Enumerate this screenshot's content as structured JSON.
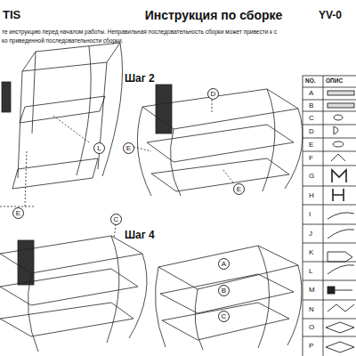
{
  "diagram": {
    "title": "Инструкция по сборке",
    "labels": [
      "TIS",
      "YV-0",
      "те инструкцию перед началом работы. Неправильная последовательность сборки может привести к с",
      "ко приведенной последовательности сборки.",
      "Шаг 2",
      "Шаг 4",
      "NO.",
      "ОПИС",
      "A",
      "B",
      "C",
      "D",
      "E",
      "F",
      "G",
      "H",
      "I",
      "J",
      "K",
      "L",
      "M",
      "N",
      "O",
      "P",
      "L",
      "E",
      "D",
      "E",
      "E",
      "C",
      "A",
      "B",
      "C"
    ]
  }
}
